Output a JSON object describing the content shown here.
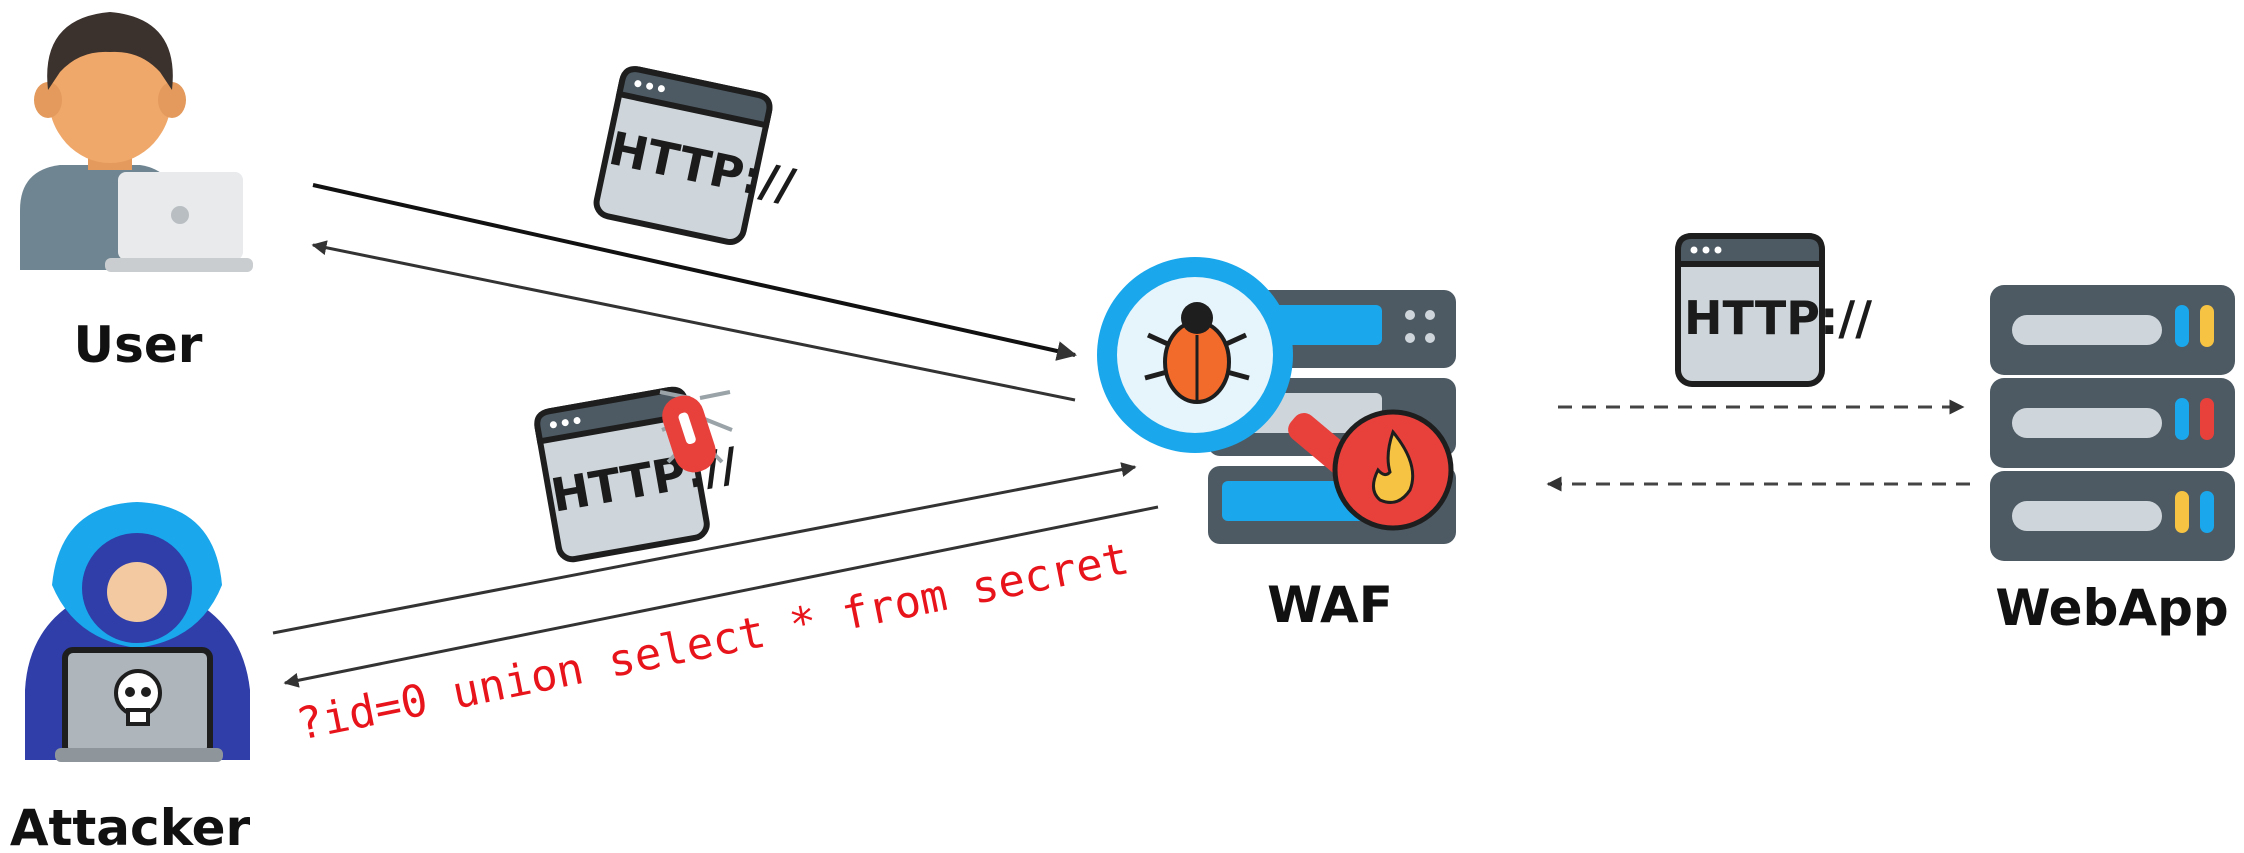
{
  "nodes": {
    "user": {
      "label": "User"
    },
    "attacker": {
      "label": "Attacker"
    },
    "waf": {
      "label": "WAF"
    },
    "webapp": {
      "label": "WebApp"
    }
  },
  "packets": {
    "user_request": {
      "label": "HTTP://"
    },
    "attack_request": {
      "label": "HTTP://"
    },
    "forwarded_request": {
      "label": "HTTP://"
    }
  },
  "payload": {
    "text": "?id=0 union select * from secret",
    "color": "#e8141b"
  },
  "colors": {
    "arrow": "#333333",
    "dashed_arrow": "#444444",
    "label": "#111111",
    "server_dark": "#4d5a63",
    "server_panel": "#cfd6db",
    "waf_blue": "#1aa7ec",
    "bug_orange": "#f26b2b",
    "hood_blue": "#2f3ea8",
    "alert_red": "#e8413c"
  }
}
